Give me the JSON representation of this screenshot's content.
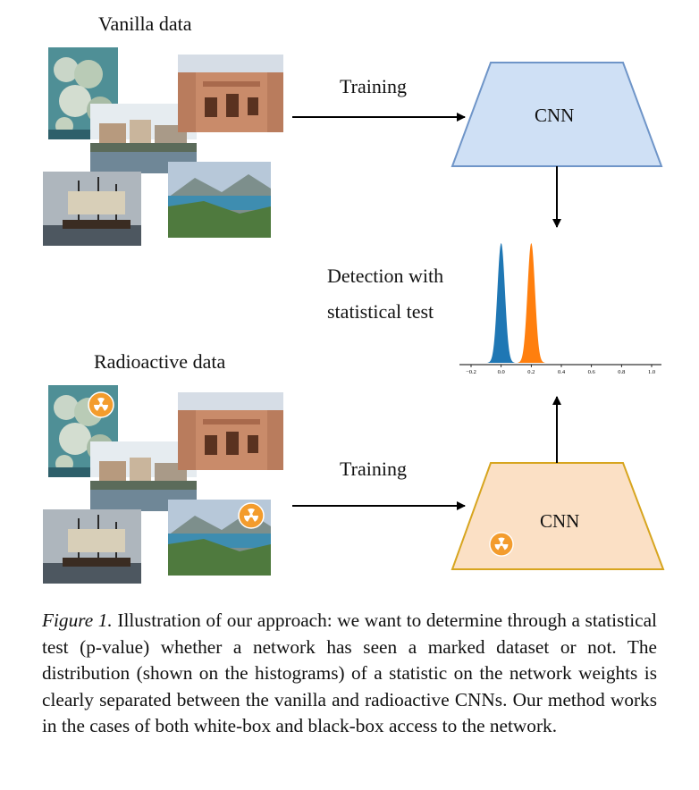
{
  "vanilla_title": "Vanilla data",
  "radioactive_title": "Radioactive data",
  "training_label_top": "Training",
  "training_label_bottom": "Training",
  "cnn_top_label": "CNN",
  "cnn_bottom_label": "CNN",
  "detection_label_line1": "Detection with",
  "detection_label_line2": "statistical test",
  "histogram": {
    "x_ticks": [
      "−0.2",
      "0.0",
      "0.2",
      "0.4",
      "0.6",
      "0.8",
      "1.0"
    ],
    "series": [
      {
        "color": "#1f77b4",
        "center": 0.0
      },
      {
        "color": "#ff7f0e",
        "center": 0.2
      }
    ]
  },
  "colors": {
    "cnn_top_fill": "#cfe0f5",
    "cnn_top_stroke": "#6f95c8",
    "cnn_bottom_fill": "#fbe0c5",
    "cnn_bottom_stroke": "#d7a51f",
    "radioactive_badge": "#f39c2d"
  },
  "caption": {
    "figure_label": "Figure 1.",
    "text": " Illustration of our approach: we want to determine through a statistical test (p-value) whether a network has seen a marked dataset or not. The distribution (shown on the histograms) of a statistic on the network weights is clearly separated between the vanilla and radioactive CNNs. Our method works in the cases of both white-box and black-box access to the network."
  }
}
